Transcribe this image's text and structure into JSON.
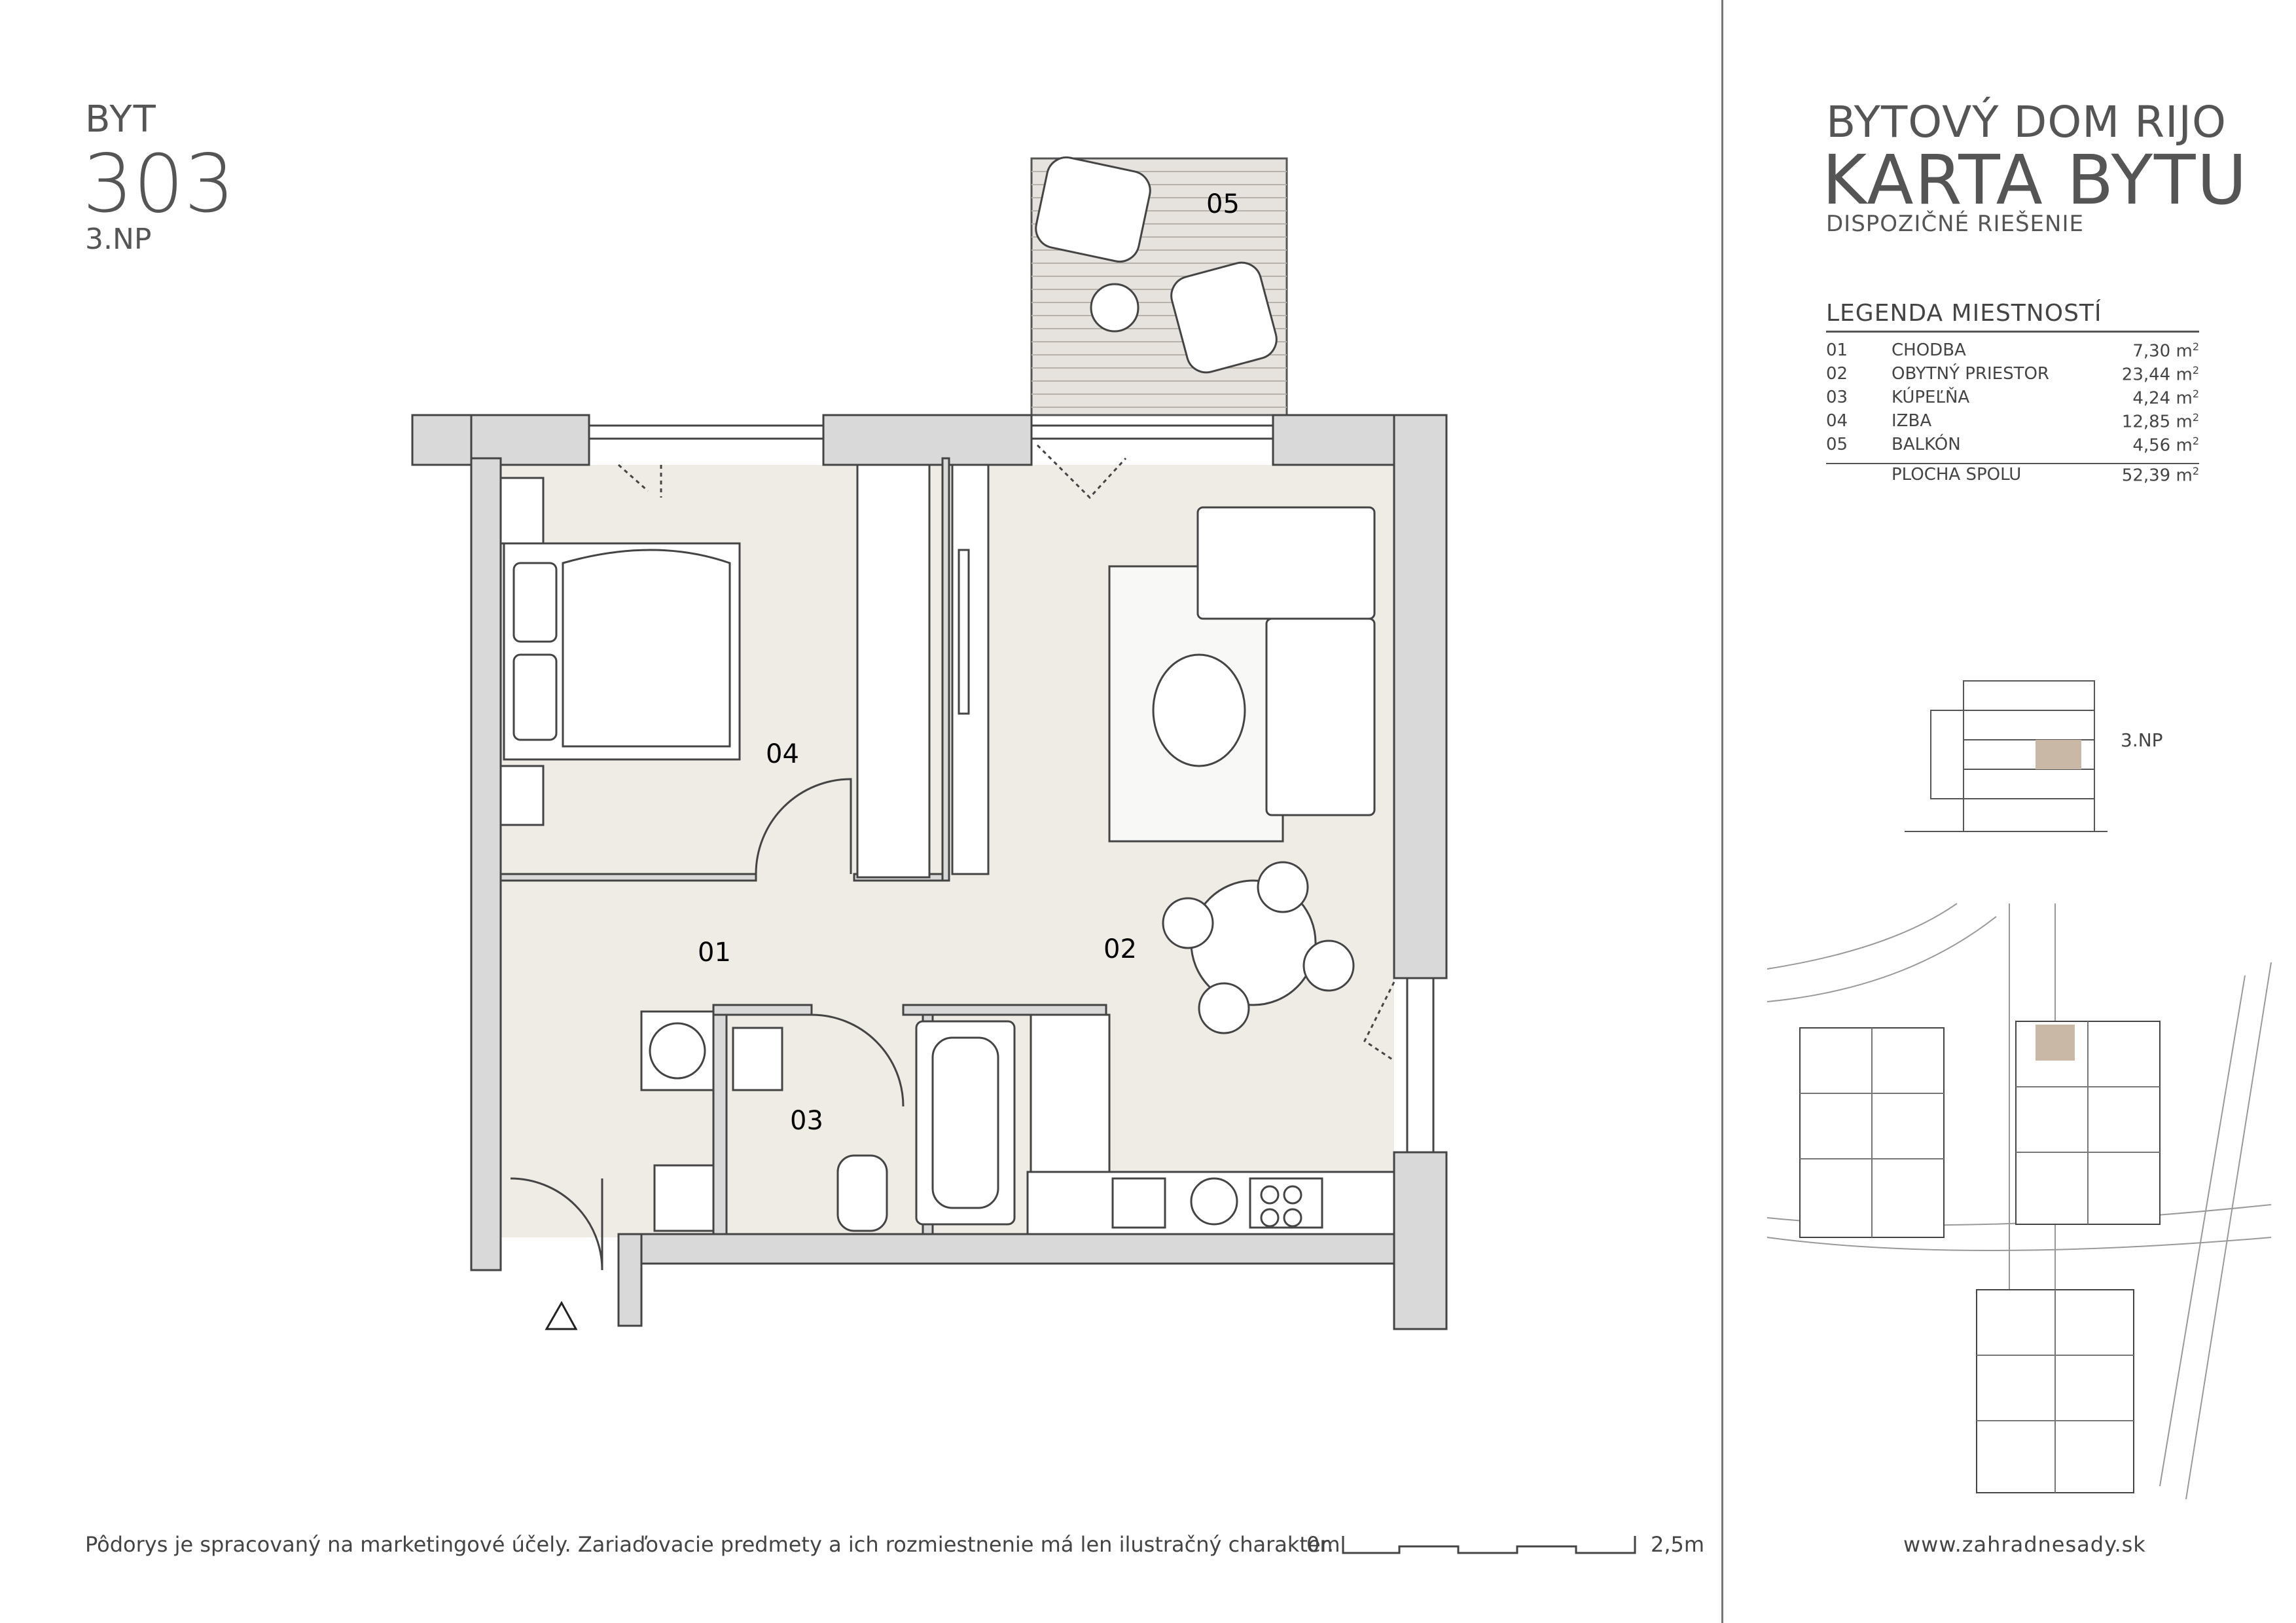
{
  "apartment": {
    "label": "BYT",
    "number": "303",
    "floor": "3.NP"
  },
  "project": {
    "title": "BYTOVÝ DOM RIJO",
    "card": "KARTA BYTU",
    "subtitle": "DISPOZIČNÉ RIEŠENIE"
  },
  "legend": {
    "title": "LEGENDA MIESTNOSTÍ",
    "unit": "m",
    "rows": [
      {
        "no": "01",
        "name": "CHODBA",
        "area": "7,30"
      },
      {
        "no": "02",
        "name": "OBYTNÝ PRIESTOR",
        "area": "23,44"
      },
      {
        "no": "03",
        "name": "KÚPEĽŇA",
        "area": "4,24"
      },
      {
        "no": "04",
        "name": "IZBA",
        "area": "12,85"
      },
      {
        "no": "05",
        "name": "BALKÓN",
        "area": "4,56"
      }
    ],
    "total": {
      "name": "PLOCHA SPOLU",
      "area": "52,39"
    }
  },
  "rooms": {
    "r01": "01",
    "r02": "02",
    "r03": "03",
    "r04": "04",
    "r05": "05"
  },
  "section_floor_label": "3.NP",
  "footer": {
    "note": "Pôdorys je spracovaný na marketingové účely. Zariaďovacie predmety a ich rozmiestnenie má len ilustračný charakter.",
    "scale_start": "0m",
    "scale_end": "2,5m",
    "website": "www.zahradnesady.sk"
  },
  "colors": {
    "floor": "#efebe5",
    "wall": "#d9d9d9",
    "highlight": "#c9b8a6"
  }
}
